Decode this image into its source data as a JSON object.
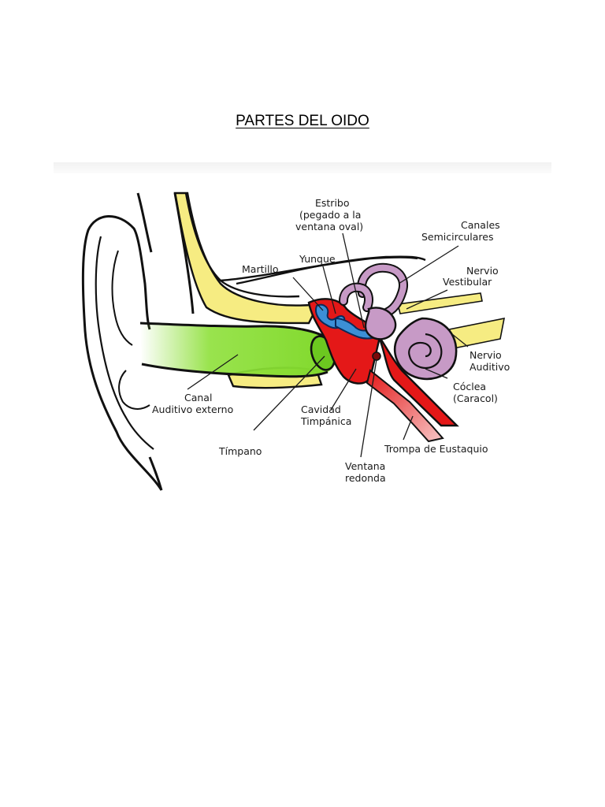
{
  "page": {
    "title": "PARTES DEL OIDO"
  },
  "labels": {
    "estribo": [
      "Estribo",
      "(pegado a la",
      "ventana oval)"
    ],
    "canales": [
      "Canales",
      "Semicirculares"
    ],
    "martillo": [
      "Martillo"
    ],
    "yunque": [
      "Yunque"
    ],
    "nervio_vestibular": [
      "Nervio",
      "Vestibular"
    ],
    "nervio_auditivo": [
      "Nervio",
      "Auditivo"
    ],
    "coclea": [
      "Cóclea",
      "(Caracol)"
    ],
    "canal_auditivo": [
      "Canal",
      "Auditivo externo"
    ],
    "cavidad": [
      "Cavidad",
      "Timpánica"
    ],
    "timpano": [
      "Tímpano"
    ],
    "trompa": [
      "Trompa de Eustaquio"
    ],
    "ventana_redonda": [
      "Ventana",
      "redonda"
    ]
  },
  "colors": {
    "bone": "#f6ec82",
    "canal": "#8ee03a",
    "cavity": "#e41818",
    "ossicles": "#3c8fd6",
    "inner_ear": "#c79ac6",
    "outline": "#111111"
  }
}
